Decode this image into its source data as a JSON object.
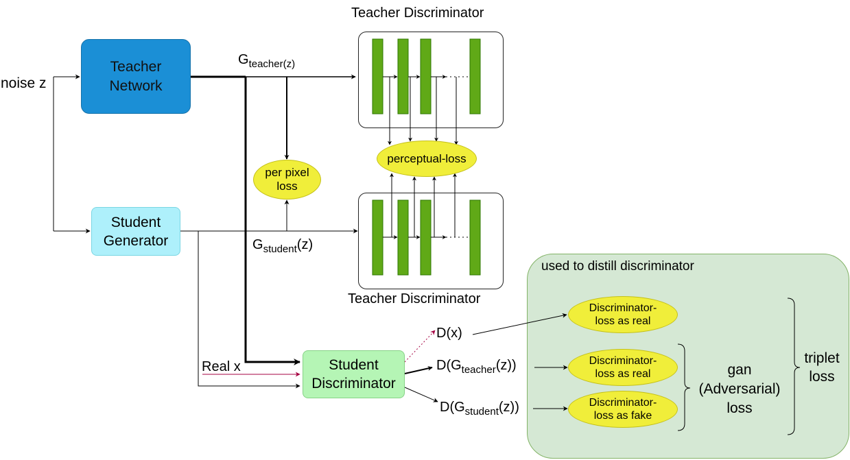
{
  "inputs": {
    "noise": "noise z",
    "real": "Real x"
  },
  "teacher_network": {
    "line1": "Teacher",
    "line2": "Network"
  },
  "student_generator": {
    "line1": "Student",
    "line2": "Generator"
  },
  "student_discriminator": {
    "line1": "Student",
    "line2": "Discriminator"
  },
  "teacher_discriminator_top": {
    "title": "Teacher Discriminator"
  },
  "teacher_discriminator_bottom": {
    "title": "Teacher Discriminator"
  },
  "g_teacher": {
    "base": "G",
    "sub": "teacher(z)"
  },
  "g_student": {
    "base": "G",
    "sub": "student",
    "suffix": "(z)"
  },
  "per_pixel_loss": {
    "line1": "per pixel",
    "line2": "loss"
  },
  "perceptual_loss": {
    "label": "perceptual-loss"
  },
  "outputs": {
    "dx": "D(x)",
    "d_teacher": {
      "prefix": "D(G",
      "sub": "teacher",
      "suffix": "(z))"
    },
    "d_student": {
      "prefix": "D(G",
      "sub": "student",
      "suffix": "(z))"
    }
  },
  "distill_panel": {
    "title": "used to distill discriminator",
    "loss_real_1": {
      "line1": "Discriminator-",
      "line2": "loss as real"
    },
    "loss_real_2": {
      "line1": "Discriminator-",
      "line2": "loss as real"
    },
    "loss_fake": {
      "line1": "Discriminator-",
      "line2": "loss as fake"
    },
    "gan_loss": {
      "line1": "gan",
      "line2": "(Adversarial)",
      "line3": "loss"
    },
    "triplet_loss": {
      "line1": "triplet",
      "line2": "loss"
    }
  },
  "colors": {
    "teacher_network": "#1b8fd6",
    "student_generator": "#aef0fb",
    "student_discriminator": "#b5f5b5",
    "layer_bar": "#60a917",
    "loss_ellipse": "#f0ee3a",
    "distill_panel": "#d5e8d4",
    "real_arrow": "#a50040"
  }
}
